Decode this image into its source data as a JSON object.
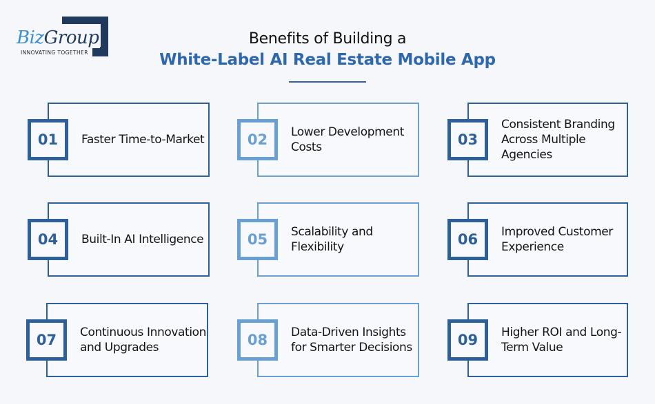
{
  "logo": {
    "name_part1": "Biz",
    "name_part2": "Group",
    "tagline": "INNOVATING TOGETHER"
  },
  "header": {
    "title_line1": "Benefits of Building a",
    "title_line2": "White-Label AI Real Estate Mobile App"
  },
  "colors": {
    "primary": "#2d5f99",
    "light_accent": "#6a9fd4",
    "title_accent": "#2f67ad",
    "background": "#f5f7fa"
  },
  "benefits": [
    {
      "number": "01",
      "text": "Faster Time-to-Market"
    },
    {
      "number": "02",
      "text": "Lower Development Costs"
    },
    {
      "number": "03",
      "text": "Consistent Branding Across Multiple Agencies"
    },
    {
      "number": "04",
      "text": "Built-In AI Intelligence"
    },
    {
      "number": "05",
      "text": "Scalability and Flexibility"
    },
    {
      "number": "06",
      "text": "Improved Customer Experience"
    },
    {
      "number": "07",
      "text": "Continuous Innovation and Upgrades"
    },
    {
      "number": "08",
      "text": "Data-Driven Insights for Smarter Decisions"
    },
    {
      "number": "09",
      "text": "Higher ROI and Long-Term Value"
    }
  ]
}
